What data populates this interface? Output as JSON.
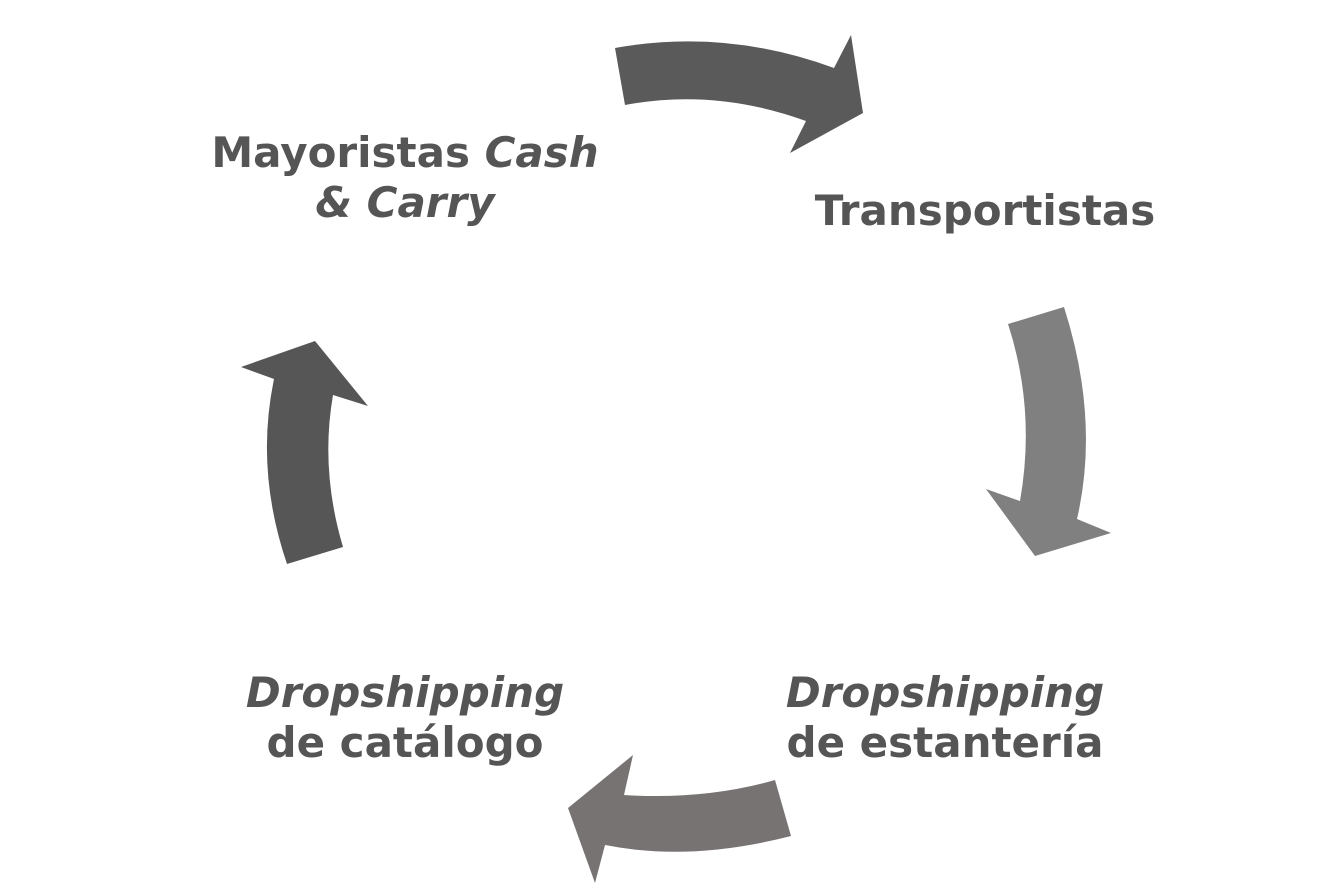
{
  "colors": {
    "text": "#555555",
    "arrow_top": "#5a5a5a",
    "arrow_right": "#808080",
    "arrow_bottom": "#777373",
    "arrow_left": "#565656"
  },
  "nodes": {
    "wholesale": {
      "line1_plain": "Mayoristas ",
      "line1_italic": "Cash",
      "line2_italic": "& Carry"
    },
    "transport": {
      "line1_plain": "Transportistas"
    },
    "shelf_dropshipping": {
      "line1_italic": "Dropshipping",
      "line2_plain": "de estantería"
    },
    "catalog_dropshipping": {
      "line1_italic": "Dropshipping",
      "line2_plain": "de catálogo"
    }
  },
  "arrows": [
    {
      "id": "wholesale-to-transport",
      "icon": "curved-arrow-right-icon"
    },
    {
      "id": "transport-to-shelf",
      "icon": "curved-arrow-down-icon"
    },
    {
      "id": "shelf-to-catalog",
      "icon": "curved-arrow-left-icon"
    },
    {
      "id": "catalog-to-wholesale",
      "icon": "curved-arrow-up-icon"
    }
  ]
}
